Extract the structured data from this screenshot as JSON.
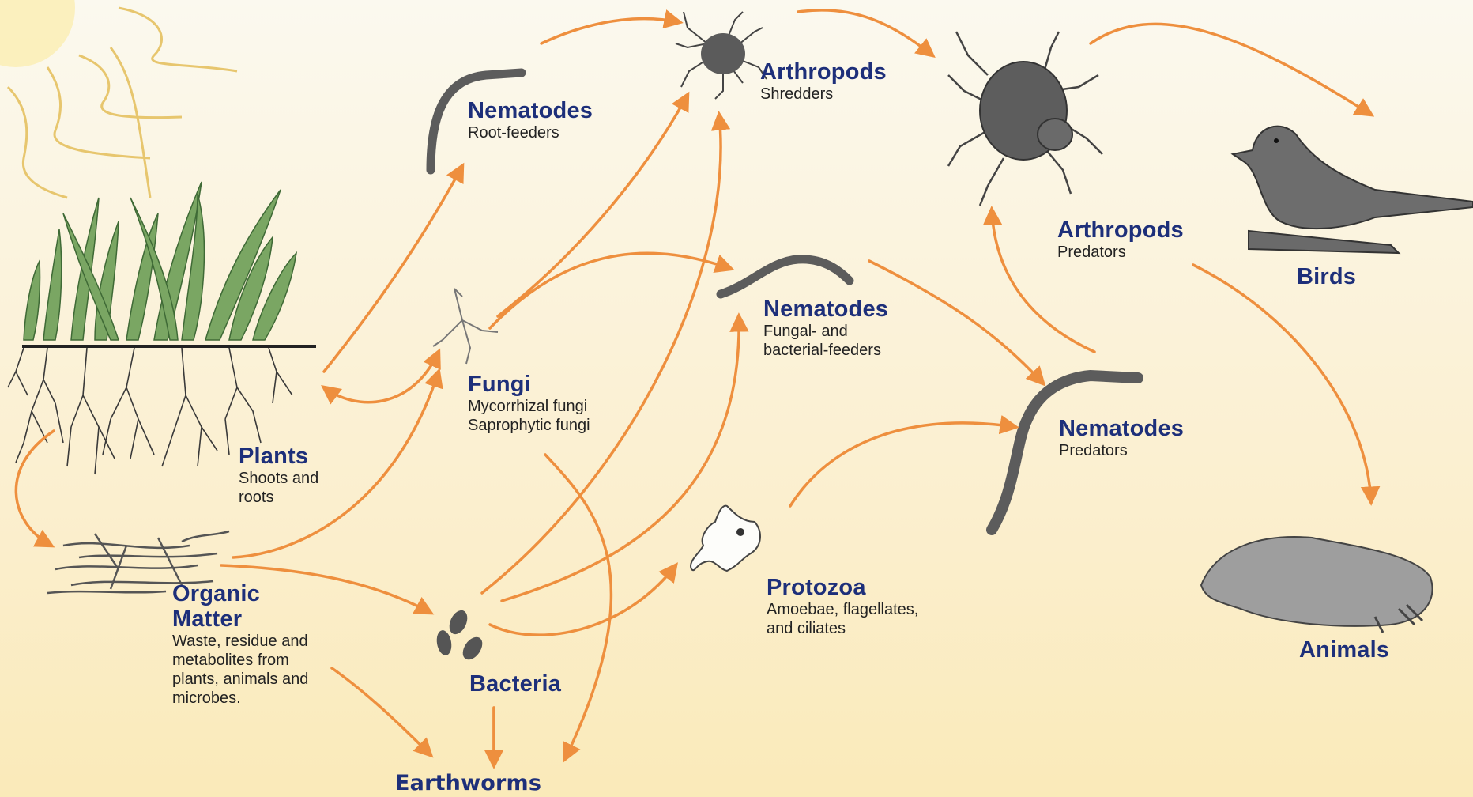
{
  "nodes": {
    "plants": {
      "title": "Plants",
      "sub": [
        "Shoots and",
        "roots"
      ]
    },
    "organic_matter": {
      "title": [
        "Organic",
        "Matter"
      ],
      "sub": [
        "Waste, residue and",
        "metabolites from",
        "plants, animals and",
        "microbes."
      ]
    },
    "nematodes_root": {
      "title": "Nematodes",
      "sub": [
        "Root-feeders"
      ]
    },
    "fungi": {
      "title": "Fungi",
      "sub": [
        "Mycorrhizal fungi",
        "Saprophytic fungi"
      ]
    },
    "bacteria": {
      "title": "Bacteria"
    },
    "arthropods_shredders": {
      "title": "Arthropods",
      "sub": [
        "Shredders"
      ]
    },
    "nematodes_fungal": {
      "title": "Nematodes",
      "sub": [
        "Fungal- and",
        "bacterial-feeders"
      ]
    },
    "protozoa": {
      "title": "Protozoa",
      "sub": [
        "Amoebae, flagellates,",
        "and ciliates"
      ]
    },
    "arthropods_predators": {
      "title": "Arthropods",
      "sub": [
        "Predators"
      ]
    },
    "nematodes_predators": {
      "title": "Nematodes",
      "sub": [
        "Predators"
      ]
    },
    "birds": {
      "title": "Birds"
    },
    "animals": {
      "title": "Animals"
    },
    "earthworms": {
      "title": "Earthworms"
    }
  },
  "colors": {
    "arrow": "#ee8f3e",
    "title": "#1d2f7a",
    "sun": "#f7dc8c",
    "grass": "#6f9b55",
    "organism": "#6b6b6b"
  },
  "icons": [
    "sun-icon",
    "grass-plant-icon",
    "organic-matter-icon",
    "nematode-icon",
    "fungi-icon",
    "bacteria-icon",
    "mite-icon",
    "amoeba-icon",
    "bird-icon",
    "mole-icon"
  ]
}
